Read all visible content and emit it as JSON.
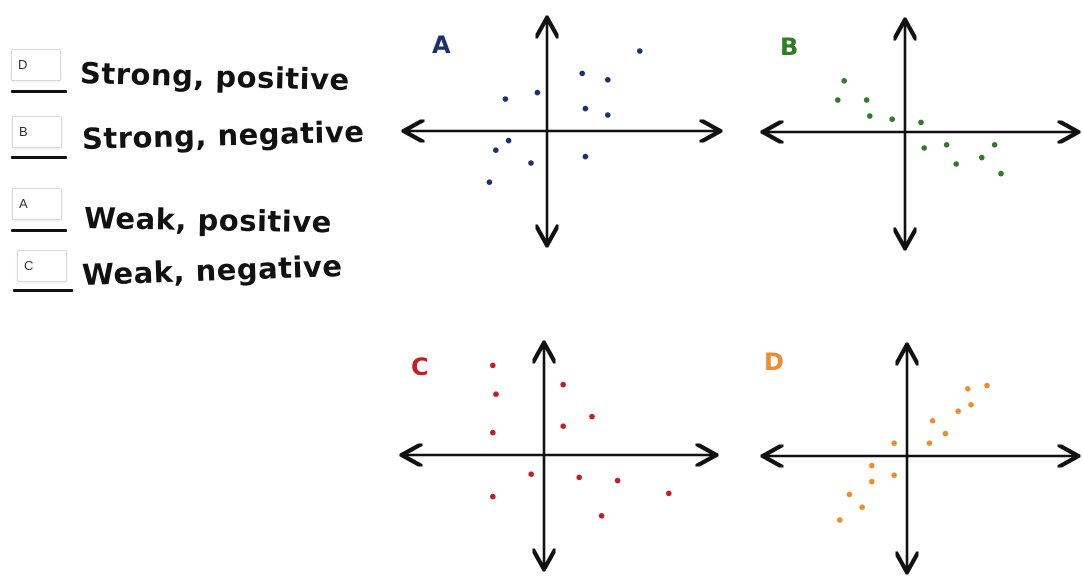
{
  "matching": [
    {
      "answer": "D",
      "label": "Strong, positive"
    },
    {
      "answer": "B",
      "label": "Strong, negative"
    },
    {
      "answer": "A",
      "label": "Weak, positive"
    },
    {
      "answer": "C",
      "label": "Weak, negative"
    }
  ],
  "panels": [
    {
      "letter": "A",
      "color": "#1f2f6e"
    },
    {
      "letter": "B",
      "color": "#2e7d24"
    },
    {
      "letter": "C",
      "color": "#c21f24"
    },
    {
      "letter": "D",
      "color": "#ef8c2c"
    }
  ],
  "chart_data": [
    {
      "type": "scatter",
      "title": "A",
      "color": "#1f2f6e",
      "points": [
        [
          -1.8,
          -1.6
        ],
        [
          -1.6,
          -0.6
        ],
        [
          -1.2,
          -0.3
        ],
        [
          -0.5,
          -1.0
        ],
        [
          -0.3,
          1.2
        ],
        [
          -1.3,
          1.0
        ],
        [
          1.1,
          1.8
        ],
        [
          1.2,
          0.7
        ],
        [
          1.9,
          1.6
        ],
        [
          2.9,
          2.5
        ],
        [
          1.9,
          0.5
        ],
        [
          1.2,
          -0.8
        ]
      ]
    },
    {
      "type": "scatter",
      "title": "B",
      "color": "#2e7d24",
      "points": [
        [
          -1.9,
          1.6
        ],
        [
          -2.1,
          1.0
        ],
        [
          -1.2,
          1.0
        ],
        [
          -1.1,
          0.5
        ],
        [
          -0.4,
          0.4
        ],
        [
          0.5,
          0.3
        ],
        [
          0.6,
          -0.5
        ],
        [
          1.3,
          -0.4
        ],
        [
          1.6,
          -1.0
        ],
        [
          2.4,
          -0.8
        ],
        [
          2.8,
          -0.4
        ],
        [
          3.0,
          -1.3
        ]
      ]
    },
    {
      "type": "scatter",
      "title": "C",
      "color": "#c21f24",
      "points": [
        [
          -1.6,
          2.8
        ],
        [
          -1.5,
          1.9
        ],
        [
          -1.6,
          0.7
        ],
        [
          -0.4,
          -0.6
        ],
        [
          -1.6,
          -1.3
        ],
        [
          0.6,
          2.2
        ],
        [
          0.6,
          0.9
        ],
        [
          1.5,
          1.2
        ],
        [
          1.1,
          -0.7
        ],
        [
          2.3,
          -0.8
        ],
        [
          1.8,
          -1.9
        ],
        [
          3.9,
          -1.2
        ]
      ]
    },
    {
      "type": "scatter",
      "title": "D",
      "color": "#ef8c2c",
      "points": [
        [
          -2.1,
          -2.0
        ],
        [
          -1.8,
          -1.2
        ],
        [
          -1.4,
          -1.6
        ],
        [
          -1.1,
          -0.8
        ],
        [
          -1.1,
          -0.3
        ],
        [
          -0.4,
          -0.6
        ],
        [
          -0.4,
          0.4
        ],
        [
          0.7,
          0.4
        ],
        [
          0.8,
          1.1
        ],
        [
          1.2,
          0.7
        ],
        [
          1.6,
          1.4
        ],
        [
          2.0,
          1.6
        ],
        [
          1.9,
          2.1
        ],
        [
          2.5,
          2.2
        ]
      ]
    }
  ]
}
